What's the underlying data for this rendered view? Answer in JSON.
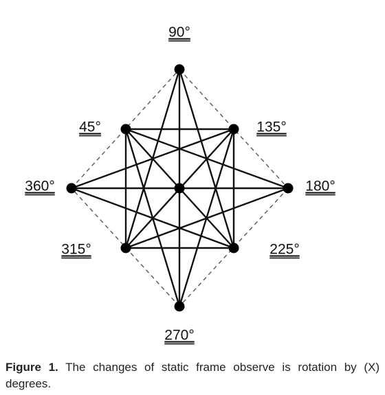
{
  "diagram": {
    "nodes": [
      {
        "id": "90",
        "label": "90°"
      },
      {
        "id": "45",
        "label": "45°"
      },
      {
        "id": "135",
        "label": "135°"
      },
      {
        "id": "360",
        "label": "360°"
      },
      {
        "id": "center",
        "label": ""
      },
      {
        "id": "180",
        "label": "180°"
      },
      {
        "id": "315",
        "label": "315°"
      },
      {
        "id": "225",
        "label": "225°"
      },
      {
        "id": "270",
        "label": "270°"
      }
    ],
    "edges_solid": [
      [
        "90",
        "315"
      ],
      [
        "90",
        "225"
      ],
      [
        "90",
        "270"
      ],
      [
        "45",
        "135"
      ],
      [
        "45",
        "315"
      ],
      [
        "45",
        "180"
      ],
      [
        "45",
        "225"
      ],
      [
        "45",
        "270"
      ],
      [
        "135",
        "225"
      ],
      [
        "135",
        "360"
      ],
      [
        "135",
        "315"
      ],
      [
        "135",
        "270"
      ],
      [
        "360",
        "180"
      ],
      [
        "360",
        "225"
      ],
      [
        "315",
        "225"
      ],
      [
        "315",
        "180"
      ]
    ],
    "edges_light": [
      [
        "45",
        "225"
      ],
      [
        "135",
        "315"
      ],
      [
        "45",
        "center"
      ],
      [
        "135",
        "center"
      ],
      [
        "315",
        "center"
      ],
      [
        "225",
        "center"
      ]
    ],
    "edges_dashed": [
      [
        "90",
        "180"
      ],
      [
        "180",
        "270"
      ],
      [
        "270",
        "360"
      ],
      [
        "360",
        "90"
      ]
    ]
  },
  "caption": {
    "label": "Figure 1.",
    "text": " The changes of static frame observe is rotation by (X) degrees."
  }
}
